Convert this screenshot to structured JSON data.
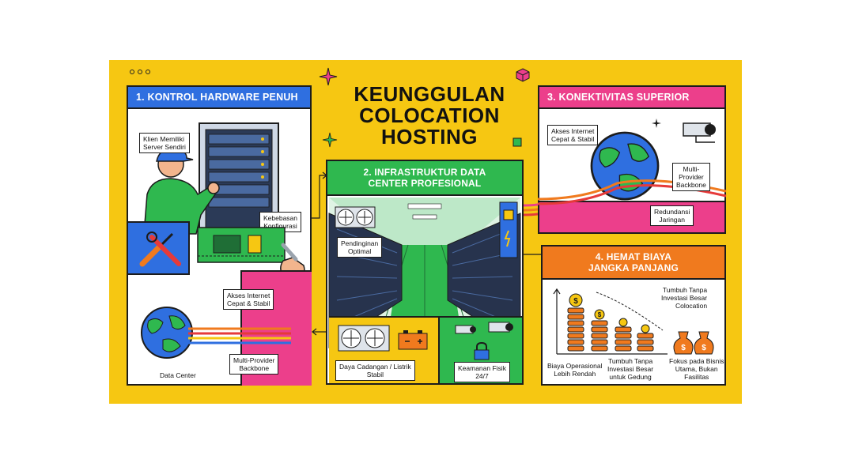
{
  "title": {
    "line1": "KEUNGGULAN",
    "line2": "COLOCATION",
    "line3": "HOSTING"
  },
  "panel1": {
    "header": "1. KONTROL HARDWARE PENUH",
    "label_client": {
      "l1": "Klien Memiliki",
      "l2": "Server Sendiri"
    },
    "label_freedom": {
      "l1": "Kebebasan",
      "l2": "Konfigurasi"
    },
    "label_internet": {
      "l1": "Akses Internet",
      "l2": "Cepat & Stabil"
    },
    "label_backbone": {
      "l1": "Multi-Provider",
      "l2": "Backbone"
    },
    "label_datacenter": "Data Center"
  },
  "panel2": {
    "header": {
      "l1": "2. INFRASTRUKTUR DATA",
      "l2": "CENTER PROFESIONAL"
    },
    "label_cooling": {
      "l1": "Pendinginan",
      "l2": "Optimal"
    },
    "label_power": {
      "l1": "Daya Cadangan / Listrik",
      "l2": "Stabil"
    },
    "label_security": {
      "l1": "Keamanan Fisik",
      "l2": "24/7"
    }
  },
  "panel3": {
    "header": "3. KONEKTIVITAS SUPERIOR",
    "label_internet": {
      "l1": "Akses Internet",
      "l2": "Cepat & Stabil"
    },
    "label_backbone": {
      "l1": "Multi-",
      "l2": "Provider",
      "l3": "Backbone"
    },
    "label_redundancy": {
      "l1": "Redundansi",
      "l2": "Jaringan"
    }
  },
  "panel4": {
    "header": {
      "l1": "4. HEMAT BIAYA",
      "l2": "JANGKA PANJANG"
    },
    "label_grow": {
      "l1": "Tumbuh Tanpa",
      "l2": "Investasi Besar",
      "l3": "Colocation"
    },
    "label_opcost": {
      "l1": "Biaya Operasional",
      "l2": "Lebih Rendah"
    },
    "label_building": {
      "l1": "Tumbuh Tanpa",
      "l2": "Investasi Besar",
      "l3": "untuk Gedung"
    },
    "label_focus": {
      "l1": "Fokus pada Bisnis",
      "l2": "Utama, Bukan",
      "l3": "Fasilitas"
    }
  },
  "colors": {
    "background": "#f6c712",
    "blue": "#2f6fe0",
    "green": "#2fb84f",
    "pink": "#ec3f8b",
    "orange": "#f07a1e",
    "dark": "#1c1c1c"
  },
  "icons": [
    "dollar-icon",
    "money-bag-icon",
    "lock-icon",
    "camera-icon",
    "wrench-icon",
    "screwdriver-icon",
    "globe-icon",
    "server-rack-icon",
    "fan-icon",
    "battery-icon",
    "sparkle-icon"
  ]
}
